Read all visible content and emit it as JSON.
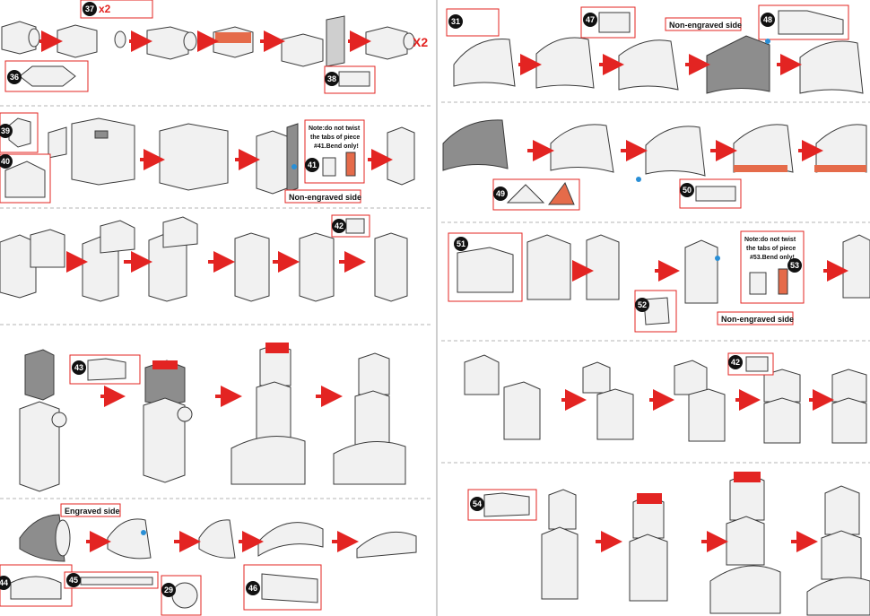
{
  "multipliers": {
    "x2_a": "x2",
    "x2_b": "X2"
  },
  "steps": [
    {
      "id": "s37",
      "label": "37"
    },
    {
      "id": "s36",
      "label": "36"
    },
    {
      "id": "s38",
      "label": "38"
    },
    {
      "id": "s39",
      "label": "39"
    },
    {
      "id": "s40",
      "label": "40"
    },
    {
      "id": "s41",
      "label": "41"
    },
    {
      "id": "s42a",
      "label": "42"
    },
    {
      "id": "s43",
      "label": "43"
    },
    {
      "id": "s44",
      "label": "44"
    },
    {
      "id": "s45",
      "label": "45"
    },
    {
      "id": "s29",
      "label": "29"
    },
    {
      "id": "s46",
      "label": "46"
    },
    {
      "id": "s31",
      "label": "31"
    },
    {
      "id": "s47",
      "label": "47"
    },
    {
      "id": "s48",
      "label": "48"
    },
    {
      "id": "s49",
      "label": "49"
    },
    {
      "id": "s50",
      "label": "50"
    },
    {
      "id": "s51",
      "label": "51"
    },
    {
      "id": "s52",
      "label": "52"
    },
    {
      "id": "s53",
      "label": "53"
    },
    {
      "id": "s42b",
      "label": "42"
    },
    {
      "id": "s54",
      "label": "54"
    }
  ],
  "notes": {
    "note41": [
      "Note:do not twist",
      "the tabs of piece",
      "#41.Bend only!"
    ],
    "note53": [
      "Note:do not twist",
      "the tabs of piece",
      "#53.Bend only!"
    ]
  },
  "labels": {
    "non_engraved_a": "Non-engraved side",
    "non_engraved_b": "Non-engraved side",
    "non_engraved_c": "Non-engraved side",
    "engraved": "Engraved side"
  },
  "colors": {
    "accent": "#e32422",
    "ink": "#3a3a3a",
    "fill": "#f1f1f1",
    "dark": "#8d8d8d",
    "blue": "#2a8fd6",
    "yellow": "#e8d23a"
  }
}
